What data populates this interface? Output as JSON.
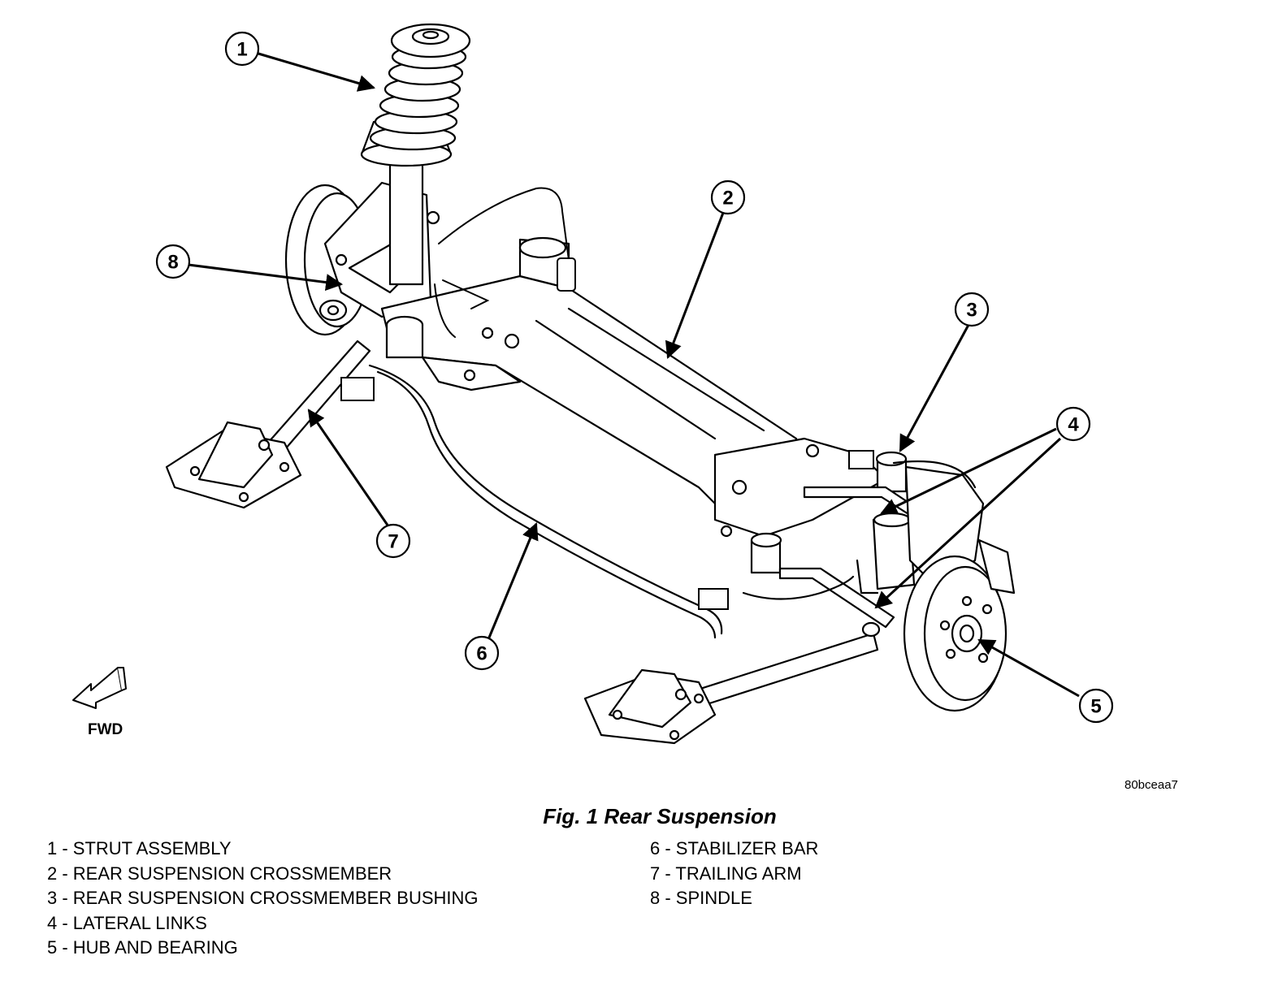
{
  "figure": {
    "caption": "Fig. 1 Rear Suspension",
    "code": "80bceaa7",
    "direction_label": "FWD"
  },
  "callouts": [
    "1",
    "2",
    "3",
    "4",
    "5",
    "6",
    "7",
    "8"
  ],
  "legend": {
    "left": [
      "1 - STRUT ASSEMBLY",
      "2 - REAR SUSPENSION CROSSMEMBER",
      "3 - REAR SUSPENSION CROSSMEMBER BUSHING",
      "4 - LATERAL LINKS",
      "5 - HUB AND BEARING"
    ],
    "right": [
      "6 - STABILIZER BAR",
      "7 - TRAILING ARM",
      "8 - SPINDLE"
    ]
  }
}
